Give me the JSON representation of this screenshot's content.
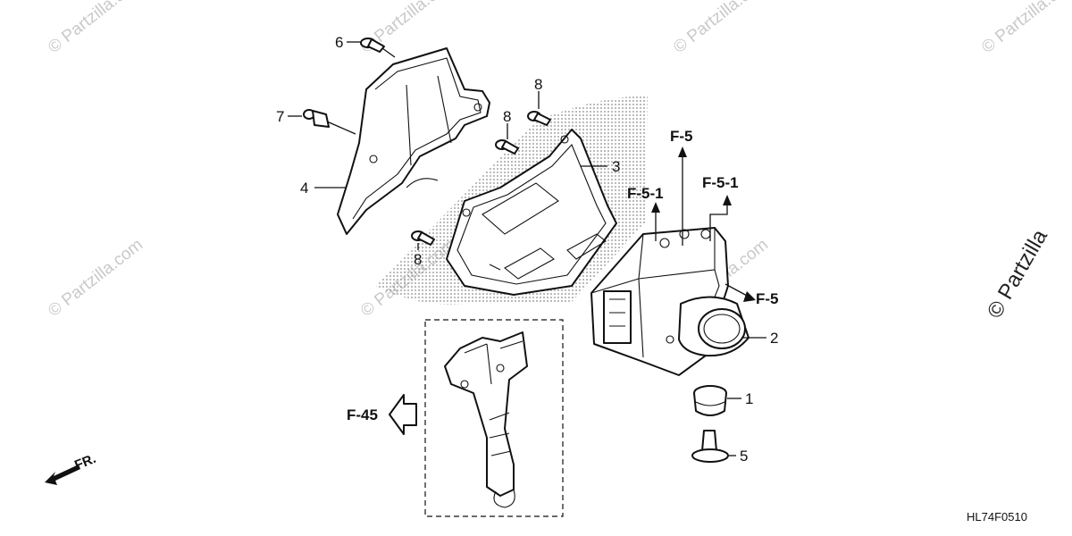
{
  "diagram": {
    "callouts": [
      {
        "id": "c6",
        "text": "6"
      },
      {
        "id": "c7",
        "text": "7"
      },
      {
        "id": "c4",
        "text": "4"
      },
      {
        "id": "c8a",
        "text": "8"
      },
      {
        "id": "c8b",
        "text": "8"
      },
      {
        "id": "c8c",
        "text": "8"
      },
      {
        "id": "c3",
        "text": "3"
      },
      {
        "id": "c2",
        "text": "2"
      },
      {
        "id": "c1",
        "text": "1"
      },
      {
        "id": "c5",
        "text": "5"
      }
    ],
    "references": {
      "f5_top": "F-5",
      "f51_left": "F-5-1",
      "f51_right": "F-5-1",
      "f5_side": "F-5",
      "f45": "F-45"
    },
    "direction_label": "FR.",
    "diagram_code": "HL74F0510",
    "watermark": "© Partzilla.com",
    "watermark_side": "© Partzilla"
  }
}
